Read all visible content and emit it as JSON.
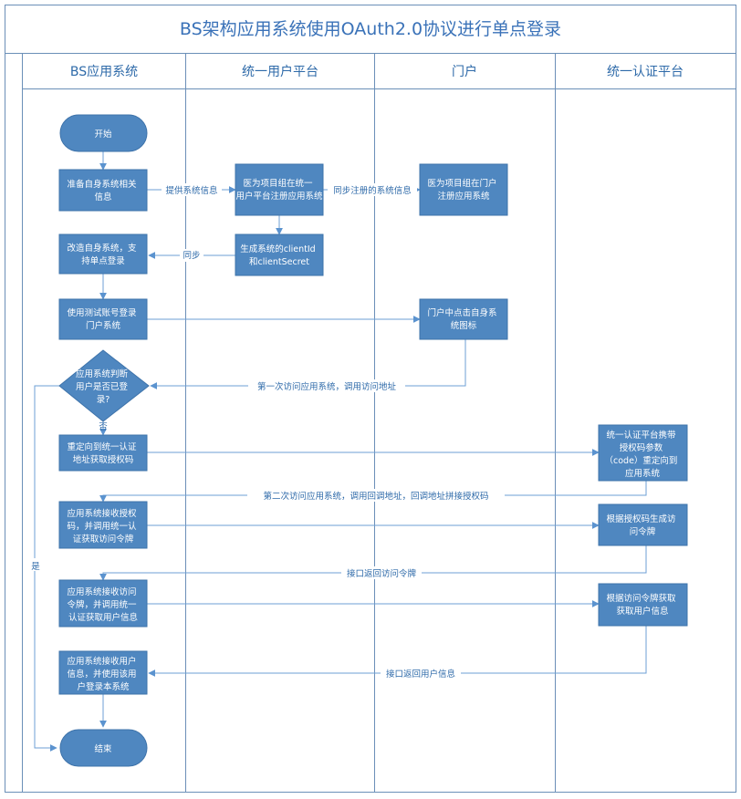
{
  "title": "BS架构应用系统使用OAuth2.0协议进行单点登录",
  "lanes": [
    "BS应用系统",
    "统一用户平台",
    "门户",
    "统一认证平台"
  ],
  "nodes": {
    "start": "开始",
    "prepare": [
      "准备自身系统相关",
      "信息"
    ],
    "register_user": [
      "医为项目组在统一",
      "用户平台注册应用系统"
    ],
    "register_portal": [
      "医为项目组在门户",
      "注册应用系统"
    ],
    "generate": [
      "生成系统的clientId",
      "和clientSecret"
    ],
    "modify": [
      "改造自身系统，支",
      "持单点登录"
    ],
    "test_login": [
      "使用测试账号登录",
      "门户系统"
    ],
    "portal_click": [
      "门户中点击自身系",
      "统图标"
    ],
    "decision": [
      "应用系统判断",
      "用户是否已登",
      "录?"
    ],
    "redirect": [
      "重定向到统一认证",
      "地址获取授权码"
    ],
    "auth_redirect": [
      "统一认证平台携带",
      "授权码参数",
      "（code）重定向到",
      "应用系统"
    ],
    "receive_code": [
      "应用系统接收授权",
      "码，并调用统一认",
      "证获取访问令牌"
    ],
    "gen_token": [
      "根据授权码生成访",
      "问令牌"
    ],
    "receive_token": [
      "应用系统接收访问",
      "令牌，并调用统一",
      "认证获取用户信息"
    ],
    "get_userinfo": [
      "根据访问令牌获取",
      "获取用户信息"
    ],
    "receive_userinfo": [
      "应用系统接收用户",
      "信息，并使用该用",
      "户登录本系统"
    ],
    "end": "结束"
  },
  "edges": {
    "provide_info": "提供系统信息",
    "sync_info": "同步注册的系统信息",
    "sync": "同步",
    "first_visit": "第一次访问应用系统，调用访问地址",
    "no": "否",
    "yes": "是",
    "second_visit": "第二次访问应用系统，调用回调地址，回调地址拼接授权码",
    "return_token": "接口返回访问令牌",
    "return_userinfo": "接口返回用户信息"
  },
  "colors": {
    "node_fill": "#4f87c0",
    "node_stroke": "#3e73aa",
    "line": "#6d9fd4",
    "border": "#6b8fb8",
    "title": "#3a72b8"
  }
}
